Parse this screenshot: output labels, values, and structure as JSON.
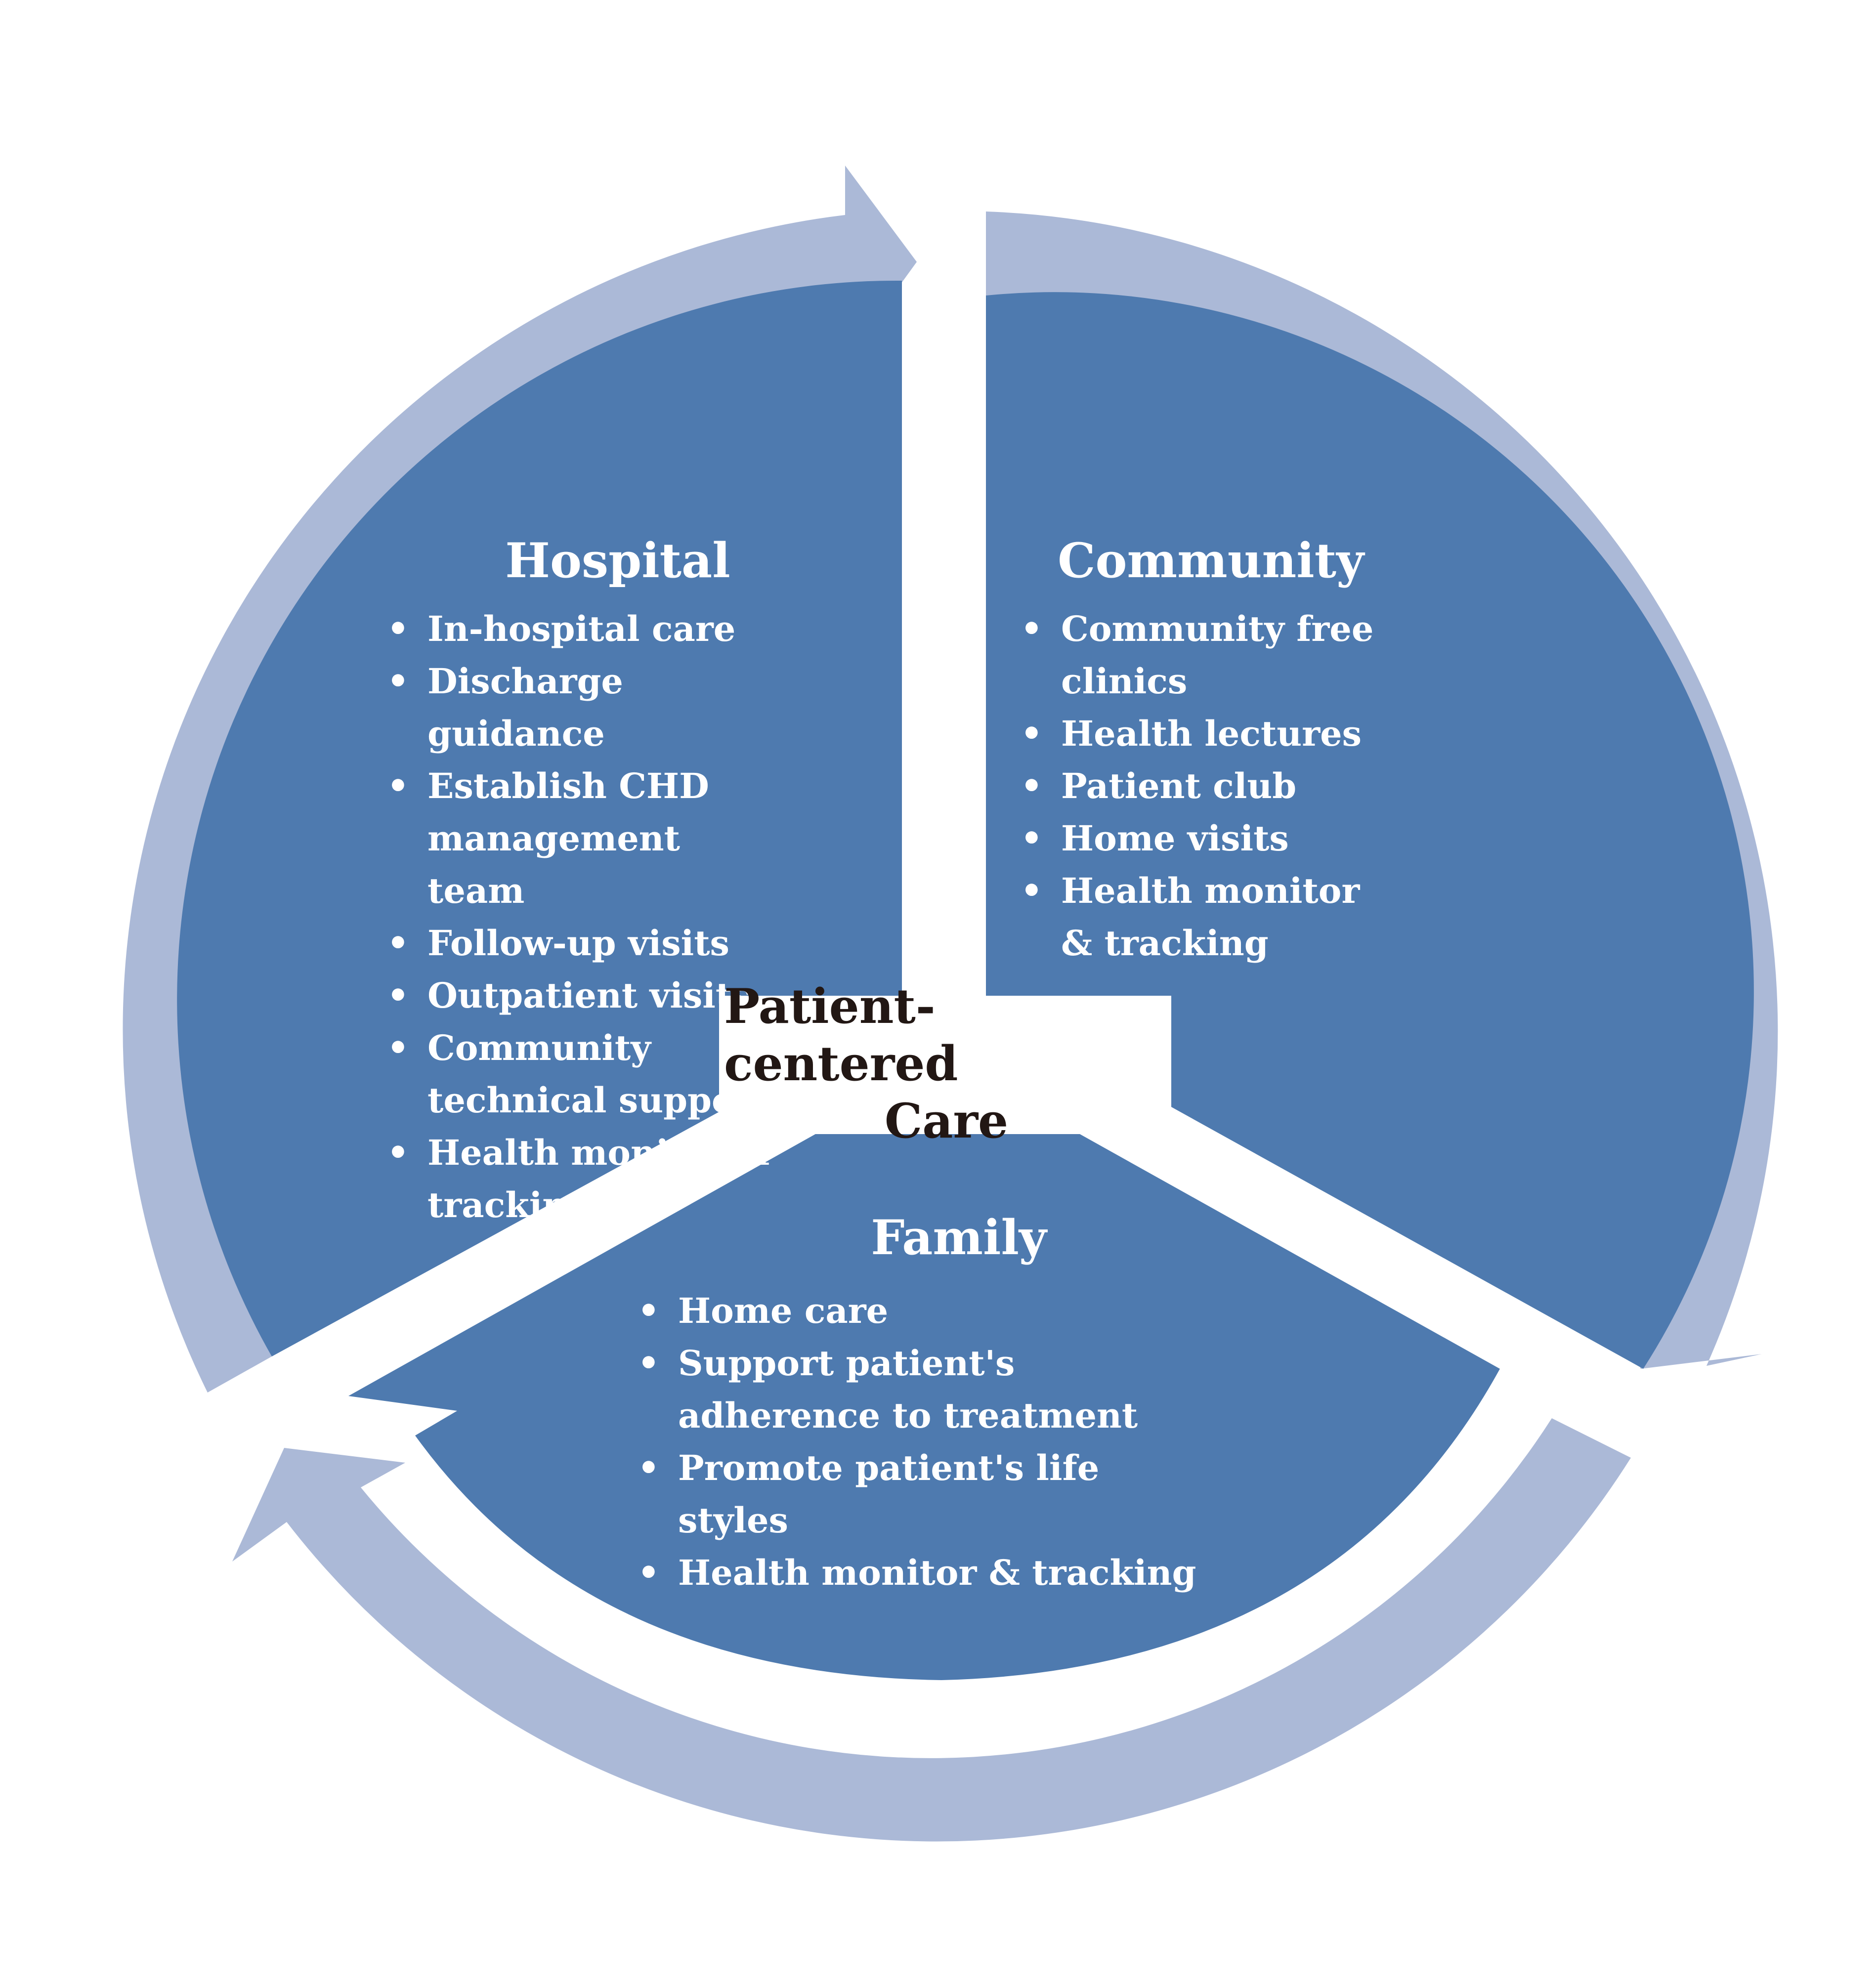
{
  "colors": {
    "sector_fill": "#4e7aaf",
    "arrow_fill": "#abb9d7",
    "background": "#ffffff",
    "center_text": "#221714",
    "sector_text": "#ffffff"
  },
  "center": {
    "line1": "Patient-centered",
    "line2": "Care"
  },
  "sectors": {
    "hospital": {
      "title": "Hospital",
      "items": [
        "In-hospital care",
        "Discharge guidance",
        "Establish CHD management team",
        "Follow-up visits",
        "Outpatient visits",
        "Community technical support",
        "Health monitor & tracking"
      ]
    },
    "community": {
      "title": "Community",
      "items": [
        "Community free clinics",
        "Health lectures",
        "Patient club",
        "Home visits",
        "Health monitor & tracking"
      ]
    },
    "family": {
      "title": "Family",
      "items": [
        "Home care",
        "Support patient's adherence to treatment",
        "Promote patient's life styles",
        "Health monitor & tracking"
      ]
    }
  }
}
